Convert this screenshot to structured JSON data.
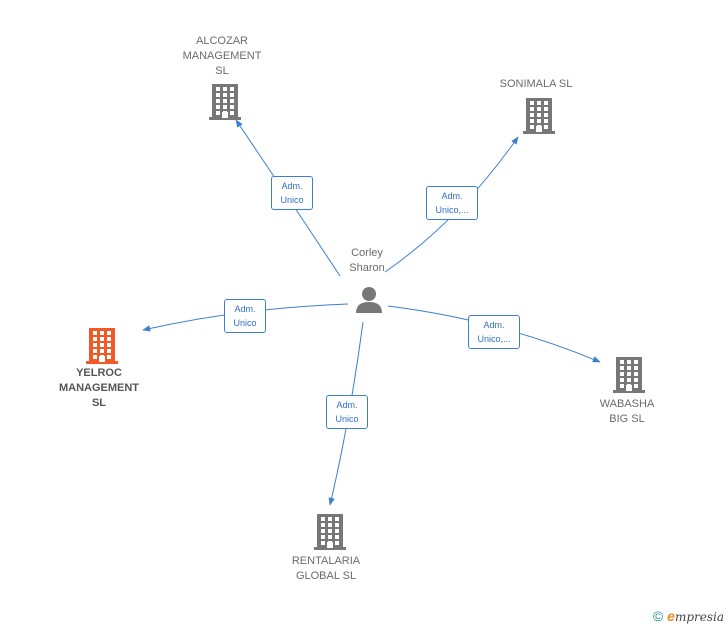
{
  "center": {
    "label": "Corley\nSharon",
    "icon": "person-icon"
  },
  "nodes": [
    {
      "id": "alcozar",
      "label": "ALCOZAR\nMANAGEMENT\nSL",
      "icon": "building-icon",
      "color": "#777777",
      "highlight": false
    },
    {
      "id": "sonimala",
      "label": "SONIMALA  SL",
      "icon": "building-icon",
      "color": "#777777",
      "highlight": false
    },
    {
      "id": "yelroc",
      "label": "YELROC\nMANAGEMENT\nSL",
      "icon": "building-icon",
      "color": "#f05a28",
      "highlight": true
    },
    {
      "id": "wabasha",
      "label": "WABASHA\nBIG SL",
      "icon": "building-icon",
      "color": "#777777",
      "highlight": false
    },
    {
      "id": "rentalaria",
      "label": "RENTALARIA\nGLOBAL  SL",
      "icon": "building-icon",
      "color": "#777777",
      "highlight": false
    }
  ],
  "edges": [
    {
      "to": "alcozar",
      "label": "Adm.\nUnico"
    },
    {
      "to": "sonimala",
      "label": "Adm.\nUnico,..."
    },
    {
      "to": "yelroc",
      "label": "Adm.\nUnico"
    },
    {
      "to": "wabasha",
      "label": "Adm.\nUnico,..."
    },
    {
      "to": "rentalaria",
      "label": "Adm.\nUnico"
    }
  ],
  "colors": {
    "edge": "#3b7fd4",
    "person": "#777777"
  },
  "footer": {
    "copyright": "©",
    "brand_initial": "e",
    "brand_rest": "mpresia"
  }
}
